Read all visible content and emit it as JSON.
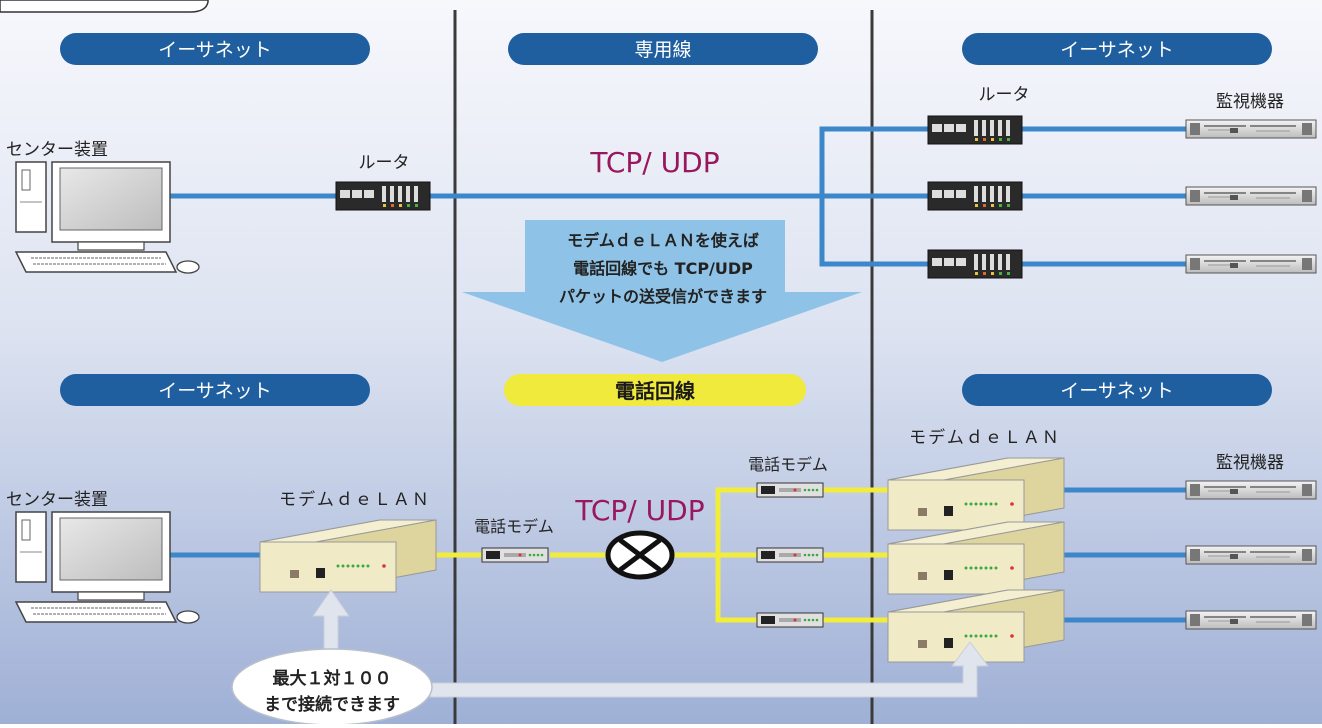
{
  "top_section": {
    "pill_left": "イーサネット",
    "pill_center": "専用線",
    "pill_right": "イーサネット",
    "protocol": "TCP/ UDP",
    "center_label": "センター装置",
    "router_left_label": "ルータ",
    "router_right_label": "ルータ",
    "monitor_label": "監視機器"
  },
  "middle_arrow": {
    "line1": "モデムｄｅＬＡＮを使えば",
    "line2": "電話回線でも TCP/UDP",
    "line3": "パケットの送受信ができます"
  },
  "bottom_section": {
    "pill_left": "イーサネット",
    "pill_center": "電話回線",
    "pill_right": "イーサネット",
    "protocol": "TCP/ UDP",
    "center_label": "センター装置",
    "modem_delan_left_label": "モデムｄｅＬＡＮ",
    "modem_delan_right_label": "モデムｄｅＬＡＮ",
    "phone_modem_left_label": "電話モデム",
    "phone_modem_right_label": "電話モデム",
    "monitor_label": "監視機器"
  },
  "callout": {
    "line1": "最大１対１００",
    "line2": "まで接続できます"
  },
  "colors": {
    "pill_blue": "#1f5fa0",
    "pill_yellow": "#f0ea3c",
    "lan_line": "#3c87c9",
    "phone_line": "#f2ec3a",
    "protocol_text": "#98175f",
    "arrow_fill": "#8ec2e6",
    "device_body": "#f0ecc8"
  }
}
